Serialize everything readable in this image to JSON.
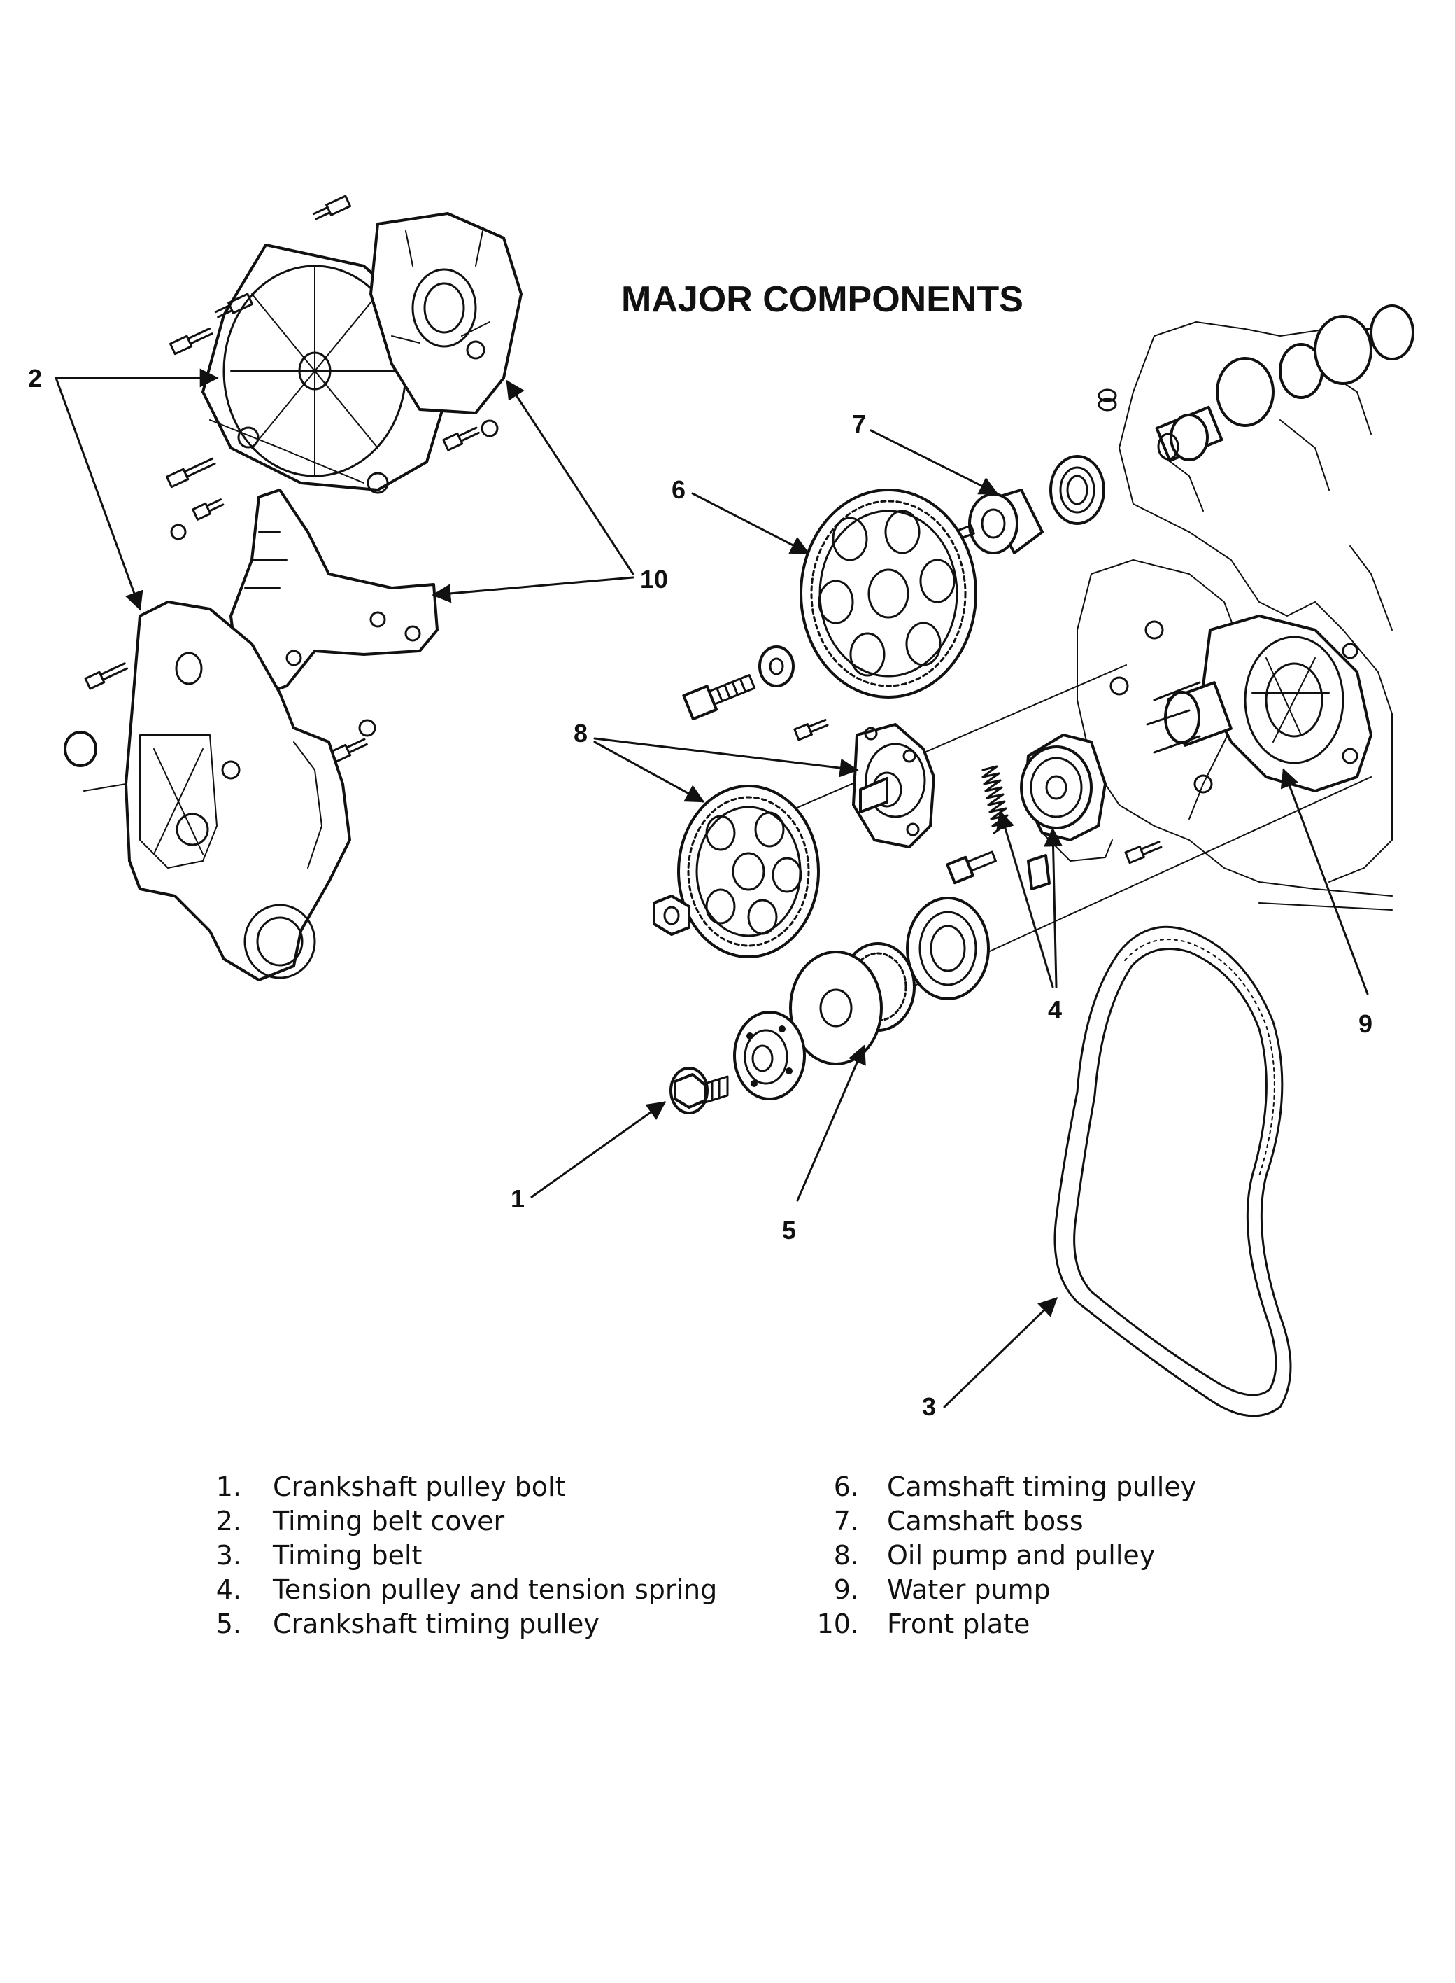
{
  "title": "MAJOR COMPONENTS",
  "callouts": {
    "c1": "1",
    "c2": "2",
    "c3": "3",
    "c4": "4",
    "c5": "5",
    "c6": "6",
    "c7": "7",
    "c8": "8",
    "c9": "9",
    "c10": "10"
  },
  "legend": {
    "left": [
      {
        "num": "1.",
        "text": "Crankshaft pulley bolt"
      },
      {
        "num": "2.",
        "text": "Timing belt cover"
      },
      {
        "num": "3.",
        "text": "Timing belt"
      },
      {
        "num": "4.",
        "text": "Tension pulley and tension spring"
      },
      {
        "num": "5.",
        "text": "Crankshaft timing pulley"
      }
    ],
    "right": [
      {
        "num": "6.",
        "text": "Camshaft timing pulley"
      },
      {
        "num": "7.",
        "text": "Camshaft boss"
      },
      {
        "num": "8.",
        "text": "Oil pump and pulley"
      },
      {
        "num": "9.",
        "text": "Water pump"
      },
      {
        "num": "10.",
        "text": "Front plate"
      }
    ]
  },
  "colors": {
    "ink": "#111111",
    "paper": "#ffffff"
  }
}
